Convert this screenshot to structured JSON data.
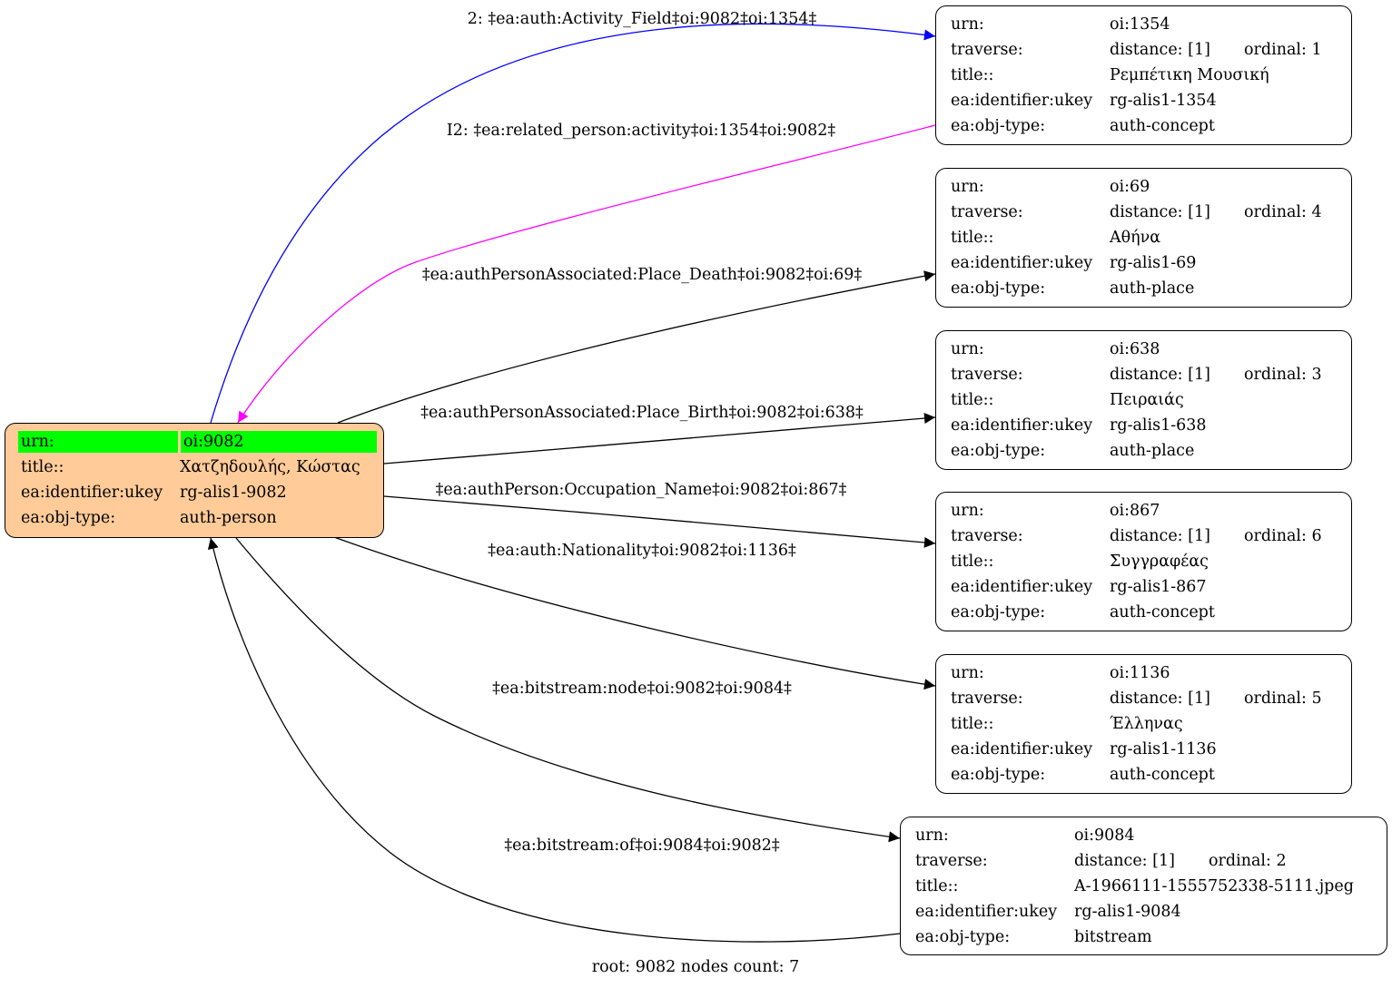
{
  "root_node": {
    "rows": [
      {
        "key": "urn:",
        "value": "oi:9082"
      },
      {
        "key": "title::",
        "value": "Χατζηδουλής, Κώστας"
      },
      {
        "key": "ea:identifier:ukey",
        "value": "rg-alis1-9082"
      },
      {
        "key": "ea:obj-type:",
        "value": "auth-person"
      }
    ],
    "fill": "#ffcc99",
    "urn_highlight": "#00ff00"
  },
  "nodes": [
    {
      "urn": "oi:1354",
      "traverse_distance": "distance: [1]",
      "traverse_ordinal": "ordinal: 1",
      "title": "Ρεμπέτικη Μουσική",
      "ukey": "rg-alis1-1354",
      "obj_type": "auth-concept"
    },
    {
      "urn": "oi:69",
      "traverse_distance": "distance: [1]",
      "traverse_ordinal": "ordinal: 4",
      "title": "Αθήνα",
      "ukey": "rg-alis1-69",
      "obj_type": "auth-place"
    },
    {
      "urn": "oi:638",
      "traverse_distance": "distance: [1]",
      "traverse_ordinal": "ordinal: 3",
      "title": "Πειραιάς",
      "ukey": "rg-alis1-638",
      "obj_type": "auth-place"
    },
    {
      "urn": "oi:867",
      "traverse_distance": "distance: [1]",
      "traverse_ordinal": "ordinal: 6",
      "title": "Συγγραφέας",
      "ukey": "rg-alis1-867",
      "obj_type": "auth-concept"
    },
    {
      "urn": "oi:1136",
      "traverse_distance": "distance: [1]",
      "traverse_ordinal": "ordinal: 5",
      "title": "Έλληνας",
      "ukey": "rg-alis1-1136",
      "obj_type": "auth-concept"
    },
    {
      "urn": "oi:9084",
      "traverse_distance": "distance: [1]",
      "traverse_ordinal": "ordinal: 2",
      "title": "A-1966111-1555752338-5111.jpeg",
      "ukey": "rg-alis1-9084",
      "obj_type": "bitstream"
    }
  ],
  "field_keys": {
    "urn": "urn:",
    "traverse": "traverse:",
    "title": "title::",
    "ukey": "ea:identifier:ukey",
    "obj_type": "ea:obj-type:"
  },
  "edges": [
    {
      "label": "2: ‡ea:auth:Activity_Field‡oi:9082‡oi:1354‡",
      "color": "#0000ff"
    },
    {
      "label": "I2: ‡ea:related_person:activity‡oi:1354‡oi:9082‡",
      "color": "#ff00ff"
    },
    {
      "label": "‡ea:authPersonAssociated:Place_Death‡oi:9082‡oi:69‡",
      "color": "#000000"
    },
    {
      "label": "‡ea:authPersonAssociated:Place_Birth‡oi:9082‡oi:638‡",
      "color": "#000000"
    },
    {
      "label": "‡ea:authPerson:Occupation_Name‡oi:9082‡oi:867‡",
      "color": "#000000"
    },
    {
      "label": "‡ea:auth:Nationality‡oi:9082‡oi:1136‡",
      "color": "#000000"
    },
    {
      "label": "‡ea:bitstream:node‡oi:9082‡oi:9084‡",
      "color": "#000000"
    },
    {
      "label": "‡ea:bitstream:of‡oi:9084‡oi:9082‡",
      "color": "#000000"
    }
  ],
  "footer": "root: 9082 nodes count: 7"
}
